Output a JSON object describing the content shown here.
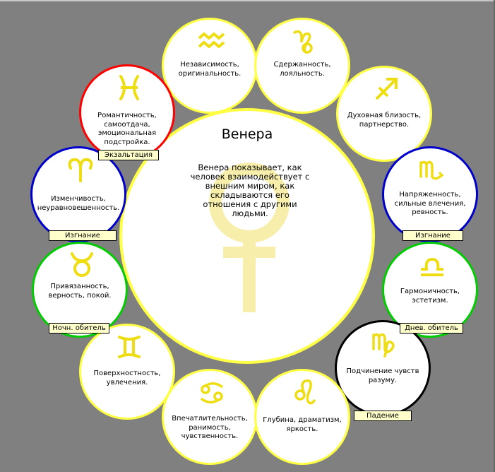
{
  "center": {
    "title": "Венера",
    "description": "Венера показывает, как человек взаимодействует с внешним миром, как складываются его отношения с другими людьми."
  },
  "signs": {
    "aquarius": {
      "icon": "aquarius-icon",
      "text": "Независимость, оригинальность.",
      "ring_color": "#ffff44"
    },
    "capricorn": {
      "icon": "capricorn-icon",
      "text": "Сдержанность, лояльность.",
      "ring_color": "#ffff44"
    },
    "pisces": {
      "icon": "pisces-icon",
      "text": "Романтичность, самоотдача, эмоциональная подстройка.",
      "ring_color": "#ff0000"
    },
    "sagittarius": {
      "icon": "sagittarius-icon",
      "text": "Духовная близость, партнерство.",
      "ring_color": "#ffff44"
    },
    "aries": {
      "icon": "aries-icon",
      "text": "Изменчивость, неуравновешенность.",
      "ring_color": "#0000cc"
    },
    "scorpio": {
      "icon": "scorpio-icon",
      "text": "Напряженность, сильные влечения, ревность.",
      "ring_color": "#0000cc"
    },
    "taurus": {
      "icon": "taurus-icon",
      "text": "Привязанность, верность, покой.",
      "ring_color": "#00cc00"
    },
    "libra": {
      "icon": "libra-icon",
      "text": "Гармоничность, эстетизм.",
      "ring_color": "#00cc00"
    },
    "gemini": {
      "icon": "gemini-icon",
      "text": "Поверхностность, увлечения.",
      "ring_color": "#ffff44"
    },
    "virgo": {
      "icon": "virgo-icon",
      "text": "Подчинение чувств разуму.",
      "ring_color": "#000000"
    },
    "cancer": {
      "icon": "cancer-icon",
      "text": "Впечатлительность, ранимость, чувственность.",
      "ring_color": "#ffff44"
    },
    "leo": {
      "icon": "leo-icon",
      "text": "Глубина, драматизм, яркость.",
      "ring_color": "#ffff44"
    }
  },
  "tags": {
    "exaltation": "Экзальтация",
    "exile_left": "Изгнание",
    "exile_right": "Изгнание",
    "night_domicile": "Ночн. обитель",
    "day_domicile": "Днев. обитель",
    "fall": "Падение"
  },
  "colors": {
    "background": "#808080",
    "glyph": "#eedd11",
    "venus_glyph": "#f6eeaa",
    "tag_fill": "#ffffcc"
  }
}
